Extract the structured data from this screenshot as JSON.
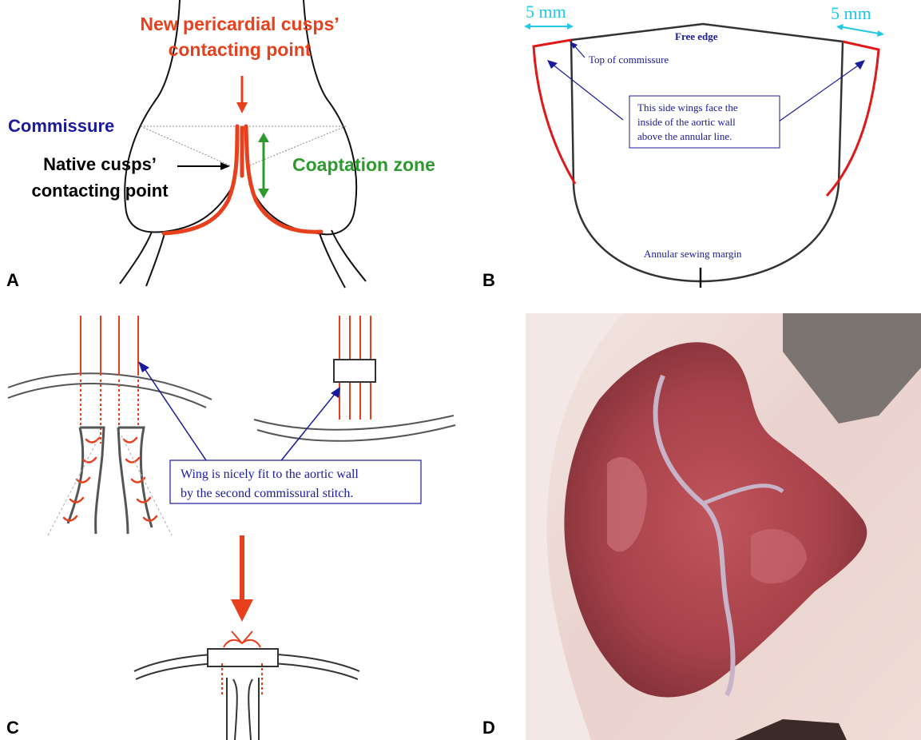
{
  "colors": {
    "red": "#e8401c",
    "navy": "#1a1a9c",
    "green": "#2e9a2e",
    "cyan": "#22c8e8",
    "wing_red": "#e01818",
    "gray": "#555555"
  },
  "panel_a": {
    "label": "A",
    "new_point_line1": "New pericardial cusps’",
    "new_point_line2": "contacting point",
    "commissure": "Commissure",
    "native_line1": "Native cusps’",
    "native_line2": "contacting point",
    "coaptation": "Coaptation zone"
  },
  "panel_b": {
    "label": "B",
    "width_left": "5 mm",
    "width_right": "5 mm",
    "free_edge": "Free edge",
    "top_commissure": "Top of commissure",
    "note_line1": "This side wings face the",
    "note_line2": "inside of the aortic wall",
    "note_line3": "above the annular line.",
    "sewing_margin": "Annular sewing margin"
  },
  "panel_c": {
    "label": "C",
    "note_line1": "Wing is nicely fit to the aortic wall",
    "note_line2": "by the second commissural stitch."
  },
  "panel_d": {
    "label": "D"
  }
}
